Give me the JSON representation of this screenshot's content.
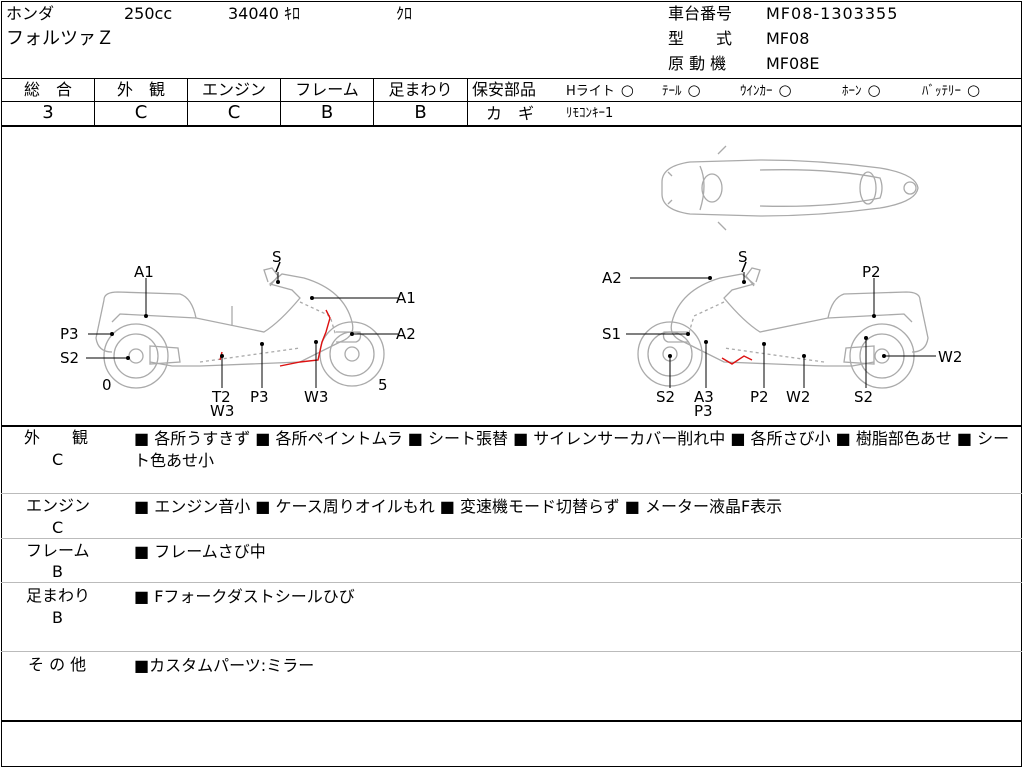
{
  "header": {
    "maker": "ホンダ",
    "displacement": "250cc",
    "mileage": "34040 ｷﾛ",
    "color": "ｸﾛ",
    "model_name": "フォルツァＺ",
    "frame_no_label": "車台番号",
    "frame_no": "MF08-1303355",
    "type_label": "型　　式",
    "type_value": "MF08",
    "engine_label": "原 動 機",
    "engine_value": "MF08E"
  },
  "grades": {
    "overall_label": "総　合",
    "overall": "3",
    "exterior_label": "外　観",
    "exterior": "C",
    "engine_label": "エンジン",
    "engine": "C",
    "frame_label": "フレーム",
    "frame": "B",
    "chassis_label": "足まわり",
    "chassis": "B"
  },
  "safety": {
    "label": "保安部品",
    "items": [
      {
        "name": "Hライト",
        "status": "○"
      },
      {
        "name": "ﾃｰﾙ",
        "status": "○"
      },
      {
        "name": "ｳｲﾝｶｰ",
        "status": "○"
      },
      {
        "name": "ﾎｰﾝ",
        "status": "○"
      },
      {
        "name": "ﾊﾞｯﾃﾘｰ",
        "status": "○"
      }
    ],
    "key_label": "カ　ギ",
    "key_value": "ﾘﾓｺﾝｷｰ1"
  },
  "diagram": {
    "left_labels": {
      "a1_top": "A1",
      "s_top": "S",
      "a1_right": "A1",
      "p3": "P3",
      "a2": "A2",
      "s2": "S2",
      "zero": "0",
      "five": "5",
      "t2": "T2",
      "w3_under": "W3",
      "p3_bottom": "P3",
      "w3_bottom": "W3"
    },
    "right_labels": {
      "a2": "A2",
      "s_top": "S",
      "p2_top": "P2",
      "s1": "S1",
      "w2_right": "W2",
      "s2_left": "S2",
      "a3": "A3",
      "p3": "P3",
      "p2_bottom": "P2",
      "w2_bottom": "W2",
      "s2_right": "S2"
    }
  },
  "sections": [
    {
      "title": "外　　観",
      "grade": "C",
      "body": "■ 各所うすきず ■ 各所ペイントムラ ■ シート張替 ■ サイレンサーカバー削れ中 ■ 各所さび小 ■ 樹脂部色あせ ■ シート色あせ小"
    },
    {
      "title": "エンジン",
      "grade": "C",
      "body": "■ エンジン音小 ■ ケース周りオイルもれ ■ 変速機モード切替らず ■ メーター液晶F表示"
    },
    {
      "title": "フレーム",
      "grade": "B",
      "body": "■ フレームさび中"
    },
    {
      "title": "足まわり",
      "grade": "B",
      "body": "■ Fフォークダストシールひび"
    },
    {
      "title": "そ の 他",
      "grade": "",
      "body": "■カスタムパーツ:ミラー"
    }
  ]
}
